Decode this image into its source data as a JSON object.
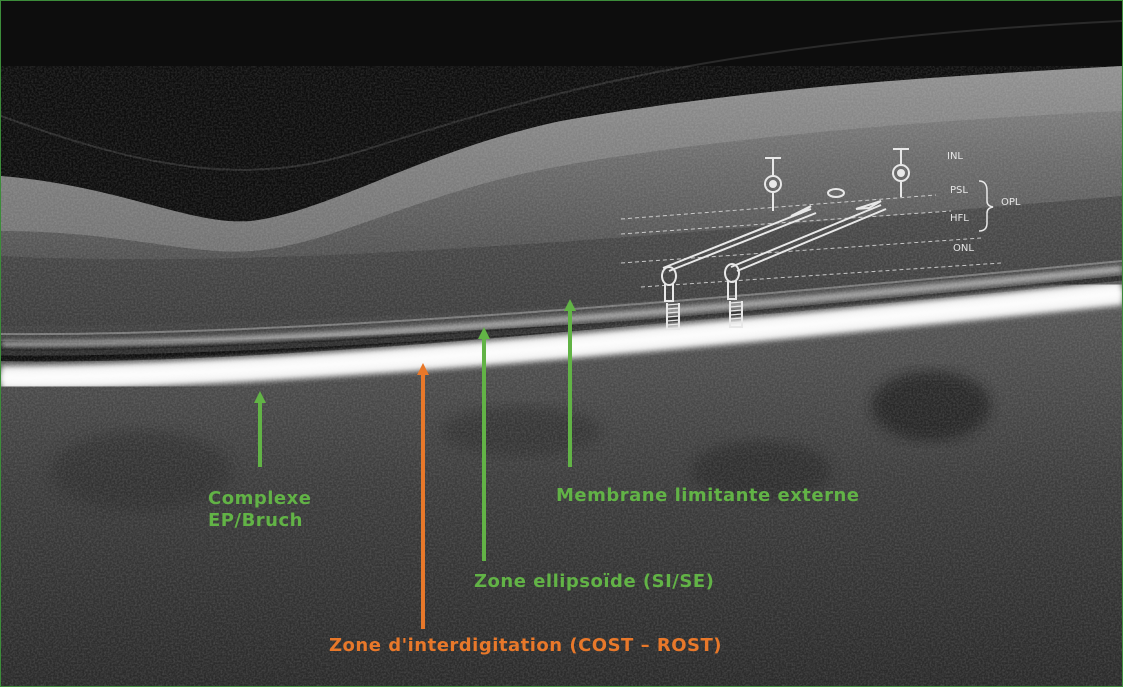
{
  "colors": {
    "green": "#62b346",
    "orange": "#e8782a",
    "frame": "#3c8c3a"
  },
  "labels": {
    "complexe_line1": "Complexe",
    "complexe_line2": "EP/Bruch",
    "membrane": "Membrane limitante externe",
    "ellipsoide": "Zone ellipsoïde (SI/SE)",
    "interdigitation": "Zone d'interdigitation (COST – ROST)"
  },
  "layers": {
    "inl": "INL",
    "psl": "PSL",
    "hfl": "HFL",
    "opl": "OPL",
    "onl": "ONL"
  }
}
